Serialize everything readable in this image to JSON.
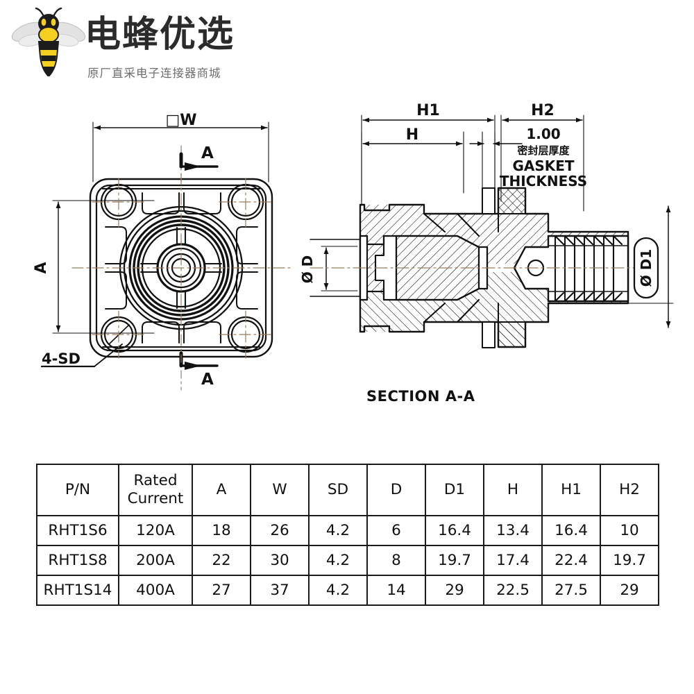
{
  "brand": {
    "logo_icon": "bee-icon",
    "name": "电蜂优选",
    "tagline": "原厂直采电子连接器商城"
  },
  "drawing": {
    "front_view": {
      "name": "front-view",
      "dim_width_label": "□W",
      "dim_height_label": "A",
      "hole_callout": "4-SD",
      "section_mark_top": "A",
      "section_mark_bottom": "A"
    },
    "section_view": {
      "name": "section-view",
      "title": "SECTION   A-A",
      "dim_h1": "H1",
      "dim_h2": "H2",
      "dim_h": "H",
      "gasket_value": "1.00",
      "gasket_label_cn": "密封层厚度",
      "gasket_label_en_1": "GASKET",
      "gasket_label_en_2": "THICKNESS",
      "dim_d": "Ø D",
      "dim_d1": "Ø D1"
    }
  },
  "table": {
    "name": "specification-table",
    "headers": [
      "P/N",
      {
        "line1": "Rated",
        "line2": "Current"
      },
      "A",
      "W",
      "SD",
      "D",
      "D1",
      "H",
      "H1",
      "H2"
    ],
    "rows": [
      {
        "pn": "RHT1S6",
        "rated_current": "120A",
        "a": "18",
        "w": "26",
        "sd": "4.2",
        "d": "6",
        "d1": "16.4",
        "h": "13.4",
        "h1": "16.4",
        "h2": "10"
      },
      {
        "pn": "RHT1S8",
        "rated_current": "200A",
        "a": "22",
        "w": "30",
        "sd": "4.2",
        "d": "8",
        "d1": "19.7",
        "h": "17.4",
        "h1": "22.4",
        "h2": "19.7"
      },
      {
        "pn": "RHT1S14",
        "rated_current": "400A",
        "a": "27",
        "w": "37",
        "sd": "4.2",
        "d": "14",
        "d1": "29",
        "h": "22.5",
        "h1": "27.5",
        "h2": "29"
      }
    ]
  },
  "colors": {
    "line": "#111111",
    "centerline": "#9b7a5a",
    "brand_text": "#2b2b2b",
    "tagline_text": "#6f6f6f",
    "bee_yellow": "#f5d020",
    "bee_dark": "#1c1c1c",
    "bee_wing": "#dcdcdc"
  }
}
